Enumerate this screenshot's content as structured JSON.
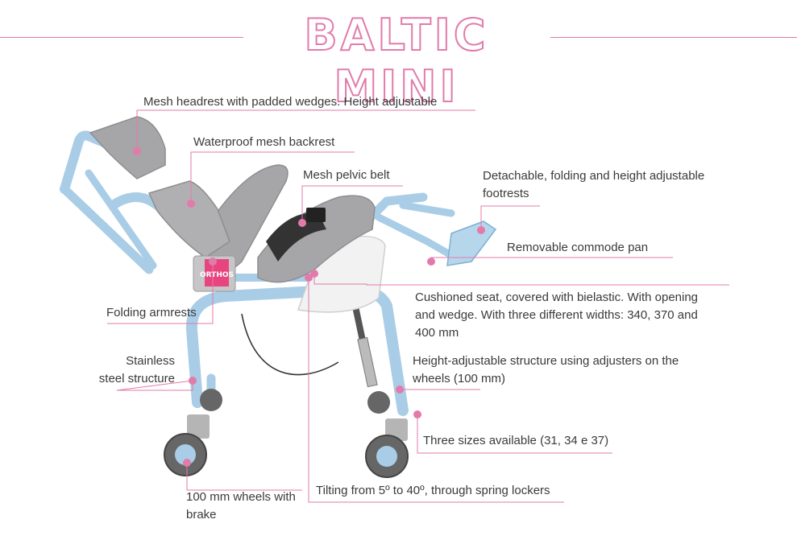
{
  "title": "BALTIC MINI",
  "labels": {
    "headrest": "Mesh headrest with padded wedges. Height adjustable",
    "backrest": "Waterproof mesh backrest",
    "pelvic_belt": "Mesh pelvic belt",
    "footrests_1": "Detachable, folding and height adjustable",
    "footrests_2": "footrests",
    "commode": "Removable commode pan",
    "seat_1": "Cushioned seat, covered with bielastic. With opening",
    "seat_2": "and wedge. With three different widths: 340, 370 and",
    "seat_3": "400 mm",
    "armrests": "Folding armrests",
    "steel_1": "Stainless",
    "steel_2": "steel structure",
    "height_1": "Height-adjustable structure using adjusters on the",
    "height_2": "wheels (100 mm)",
    "sizes": "Three sizes available (31, 34 e 37)",
    "wheels_1": "100 mm wheels with",
    "wheels_2": "brake",
    "tilting": "Tilting from 5º to 40º, through spring lockers"
  },
  "logo_text": "ORTHOS",
  "colors": {
    "accent": "#e27bab",
    "frame": "#a9cde6",
    "frame_dark": "#7fb0d2",
    "cushion": "#a6a6a8",
    "text": "#3a3a3a"
  }
}
